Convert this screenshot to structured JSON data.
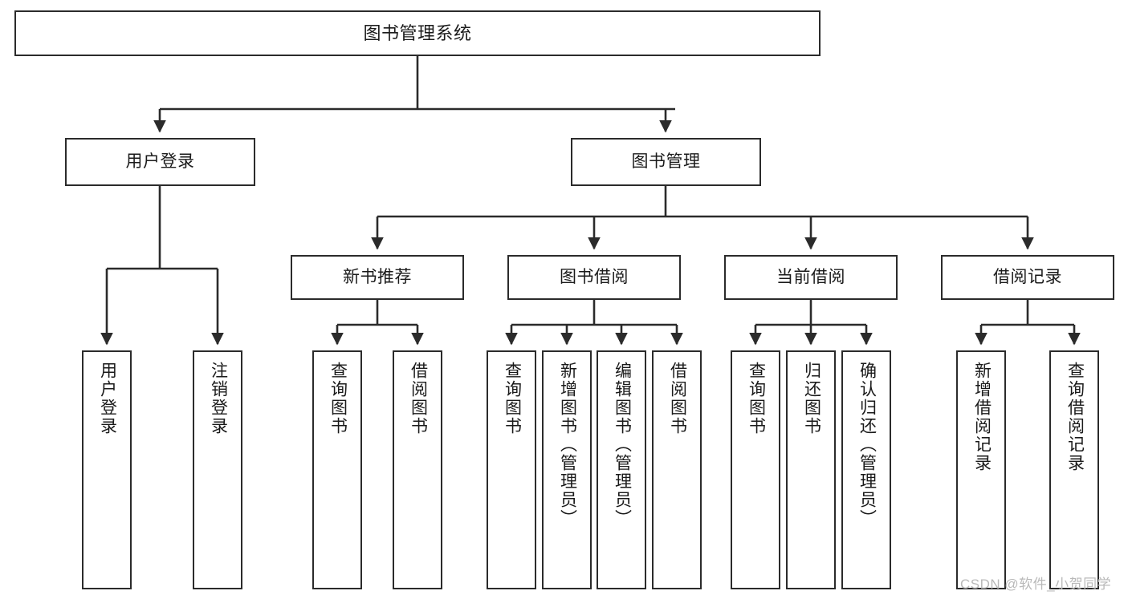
{
  "diagram": {
    "title": "图书管理系统",
    "type": "功能结构图",
    "line_color": "#2b2b2b",
    "box_fill": "#ffffff",
    "text_color": "#1a1a1a",
    "watermark_color": "#b9b9b9"
  },
  "nodes": {
    "root": {
      "label": "图书管理系统"
    },
    "level1": [
      {
        "id": "user_login",
        "label": "用户登录"
      },
      {
        "id": "book_mgmt",
        "label": "图书管理"
      }
    ],
    "level2": [
      {
        "id": "new_book_rec",
        "label": "新书推荐"
      },
      {
        "id": "book_borrow",
        "label": "图书借阅"
      },
      {
        "id": "current_borrow",
        "label": "当前借阅"
      },
      {
        "id": "borrow_record",
        "label": "借阅记录"
      }
    ],
    "leaves": {
      "user_login": [
        {
          "id": "leaf_user_login",
          "label": "用户登录"
        },
        {
          "id": "leaf_logout",
          "label": "注销登录"
        }
      ],
      "new_book_rec": [
        {
          "id": "leaf_query_book_1",
          "label": "查询图书"
        },
        {
          "id": "leaf_borrow_book_1",
          "label": "借阅图书"
        }
      ],
      "book_borrow": [
        {
          "id": "leaf_query_book_2",
          "label": "查询图书"
        },
        {
          "id": "leaf_add_book",
          "label": "新增图书（管理员）"
        },
        {
          "id": "leaf_edit_book",
          "label": "编辑图书（管理员）"
        },
        {
          "id": "leaf_borrow_book_2",
          "label": "借阅图书"
        }
      ],
      "current_borrow": [
        {
          "id": "leaf_query_book_3",
          "label": "查询图书"
        },
        {
          "id": "leaf_return_book",
          "label": "归还图书"
        },
        {
          "id": "leaf_confirm_return",
          "label": "确认归还（管理员）"
        }
      ],
      "borrow_record": [
        {
          "id": "leaf_add_record",
          "label": "新增借阅记录"
        },
        {
          "id": "leaf_query_record",
          "label": "查询借阅记录"
        }
      ]
    }
  },
  "watermark": {
    "text": "CSDN @软件_小贺同学"
  }
}
